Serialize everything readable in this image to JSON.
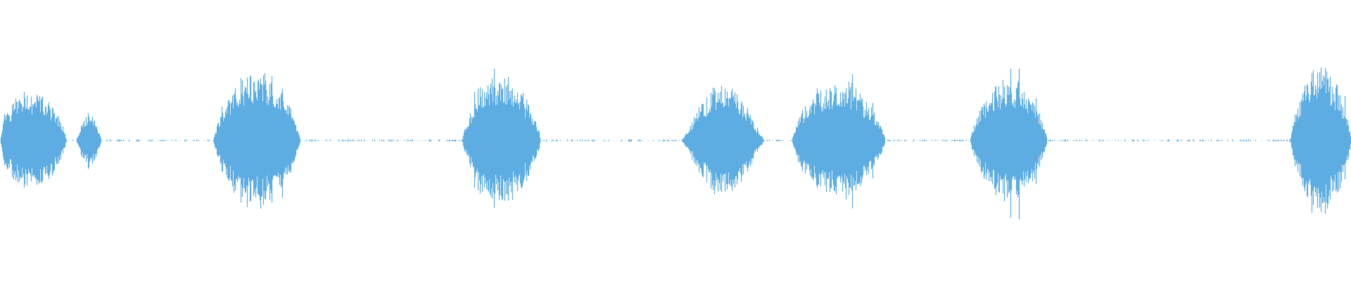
{
  "waveform": {
    "color": "#5dade2",
    "background": "#ffffff",
    "bursts": [
      {
        "start": 0.0,
        "end": 0.075,
        "peak": 0.19,
        "shape": "double"
      },
      {
        "start": 0.158,
        "end": 0.222,
        "peak": 0.26,
        "shape": "spiky"
      },
      {
        "start": 0.342,
        "end": 0.4,
        "peak": 0.24,
        "shape": "spiky"
      },
      {
        "start": 0.504,
        "end": 0.566,
        "peak": 0.22,
        "shape": "smooth"
      },
      {
        "start": 0.586,
        "end": 0.655,
        "peak": 0.23,
        "shape": "spiky"
      },
      {
        "start": 0.718,
        "end": 0.775,
        "peak": 0.23,
        "shape": "spiky"
      },
      {
        "start": 0.955,
        "end": 1.0,
        "peak": 0.27,
        "shape": "spiky"
      }
    ],
    "noise_level": 0.004
  }
}
